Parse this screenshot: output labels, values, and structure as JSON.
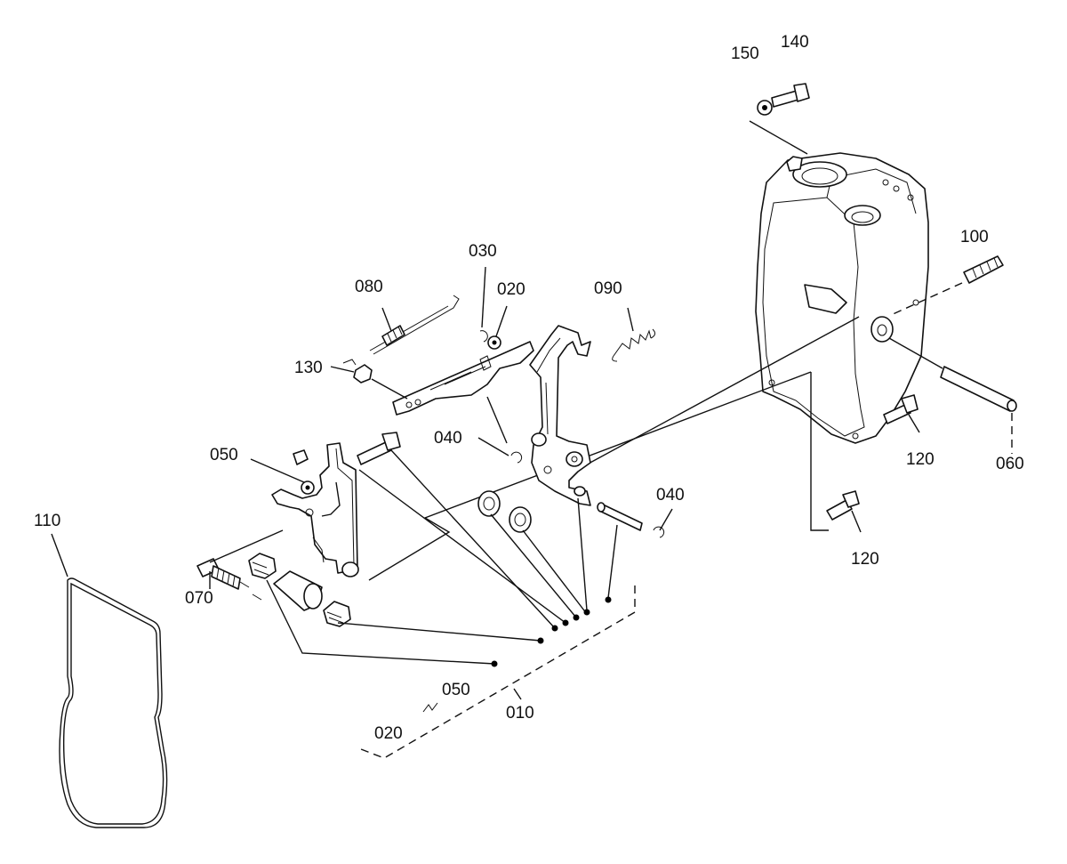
{
  "labels": {
    "p150": "150",
    "p140": "140",
    "p100": "100",
    "p030": "030",
    "p020a": "020",
    "p080": "080",
    "p090": "090",
    "p130": "130",
    "p040a": "040",
    "p050a": "050",
    "p040b": "040",
    "p120a": "120",
    "p060": "060",
    "p110": "110",
    "p120b": "120",
    "p070": "070",
    "p050b": "050",
    "p010": "010",
    "p020b": "020"
  }
}
